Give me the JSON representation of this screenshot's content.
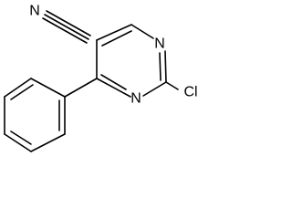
{
  "molecule": {
    "atoms": {
      "nitrile_n": "N",
      "ring_n_top": "N",
      "ring_n_bottom": "N",
      "chlorine": "Cl"
    },
    "colors": {
      "bond": "#000000",
      "label": "#000000",
      "background": "#ffffff"
    }
  }
}
